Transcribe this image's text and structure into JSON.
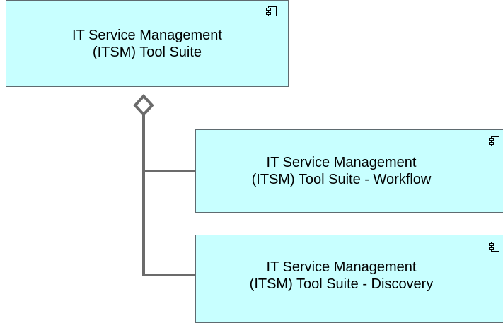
{
  "colors": {
    "component_fill": "#c8ffff",
    "component_border": "#5f6b70",
    "connector": "#6b6b6b"
  },
  "icons": {
    "component": "component-icon",
    "aggregation": "aggregation-diamond-icon"
  },
  "components": {
    "parent": {
      "line1": "IT Service Management",
      "line2": "(ITSM) Tool Suite"
    },
    "workflow": {
      "line1": "IT Service Management",
      "line2": "(ITSM) Tool Suite - Workflow"
    },
    "discovery": {
      "line1": "IT Service Management",
      "line2": "(ITSM) Tool Suite - Discovery"
    }
  }
}
